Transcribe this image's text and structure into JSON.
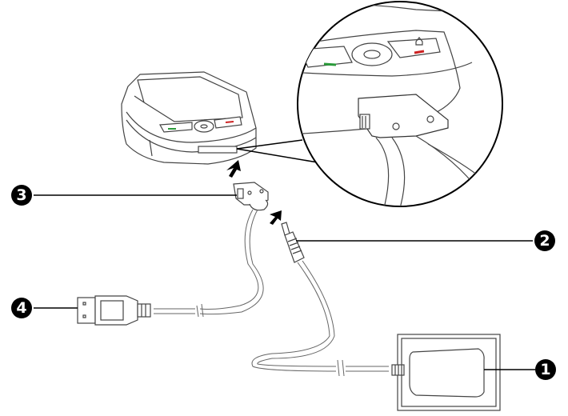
{
  "diagram": {
    "type": "connection-illustration",
    "subject": "PDA phone with sync/charge cable, USB connector and AC adapter",
    "callouts": [
      {
        "id": "1",
        "label": "1",
        "target": "ac-adapter"
      },
      {
        "id": "2",
        "label": "2",
        "target": "dc-power-plug"
      },
      {
        "id": "3",
        "label": "3",
        "target": "sync-connector"
      },
      {
        "id": "4",
        "label": "4",
        "target": "usb-connector"
      }
    ],
    "colors": {
      "line": "#000000",
      "outline": "#555555",
      "call_key": "#2a9a3a",
      "end_key": "#cc2222",
      "background": "#ffffff"
    }
  }
}
